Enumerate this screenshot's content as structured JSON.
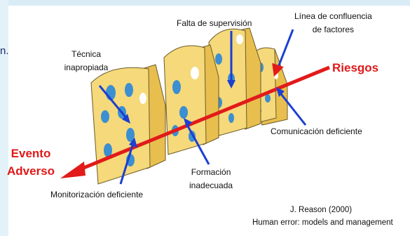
{
  "labels": {
    "tecnica": "Técnica\ninapropiada",
    "falta": "Falta de supervisión",
    "linea": "Línea de confluencia\nde factores",
    "riesgos": "Riesgos",
    "evento": "Evento\nAdverso",
    "comunicacion": "Comunicación deficiente",
    "formacion": "Formación\ninadecuada",
    "monitorizacion": "Monitorización deficiente"
  },
  "citation": {
    "author": "J. Reason (2000)",
    "title": "Human error: models and management"
  },
  "stray_text": "n.",
  "colors": {
    "cheese": "#f5d97a",
    "cheese_shade": "#e8bf4e",
    "hole": "#3c8fd0",
    "arrow": "#e21a1a",
    "pointer": "#1b3fd1",
    "background": "#d9ecf5"
  }
}
